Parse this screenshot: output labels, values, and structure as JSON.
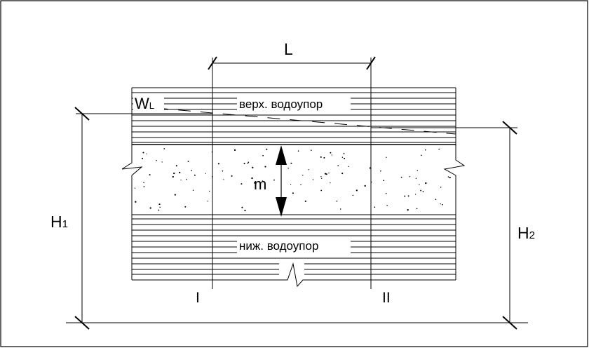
{
  "labels": {
    "length": "L",
    "thickness": "m",
    "head_left_main": "H",
    "head_left_sub": "1",
    "head_right_main": "H",
    "head_right_sub": "2",
    "level_main": "W",
    "level_sub": "L",
    "section_left": "I",
    "section_right": "II",
    "upper_aquitard": "верх. водоупор",
    "lower_aquitard": "ниж. водоупор"
  },
  "colors": {
    "line": "#000000",
    "background": "#ffffff"
  }
}
